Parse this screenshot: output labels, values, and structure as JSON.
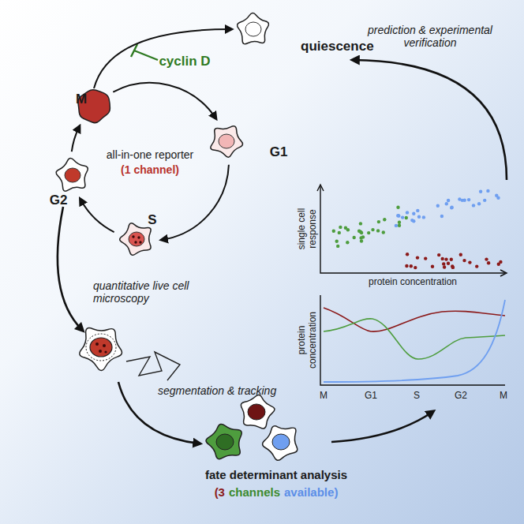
{
  "diagram": {
    "nodes": [
      {
        "text": [
          "quiescence"
        ]
      },
      {
        "text": [
          "M"
        ]
      },
      {
        "text": [
          "G1"
        ]
      },
      {
        "text": [
          "S"
        ]
      },
      {
        "text": [
          "G2"
        ]
      }
    ],
    "edges": [
      {
        "from": 1,
        "to": 2,
        "arrow": "to"
      },
      {
        "from": 2,
        "to": 3,
        "arrow": "to"
      },
      {
        "from": 3,
        "to": 4,
        "arrow": "to"
      },
      {
        "from": 4,
        "to": 1,
        "arrow": "to"
      },
      {
        "from": 1,
        "to": 0,
        "arrow": "to"
      }
    ],
    "labels": [
      "cyclin D",
      "all-in-one reporter",
      "(1 channel)",
      "prediction & experimental verification",
      "single cell response",
      "protein concentration",
      "protein concentration",
      "M",
      "G1",
      "S",
      "G2",
      "M",
      "quantitative live cell microscopy",
      "segmentation & tracking",
      "fate determinant analysis",
      "(3",
      "channels",
      "available)"
    ]
  }
}
